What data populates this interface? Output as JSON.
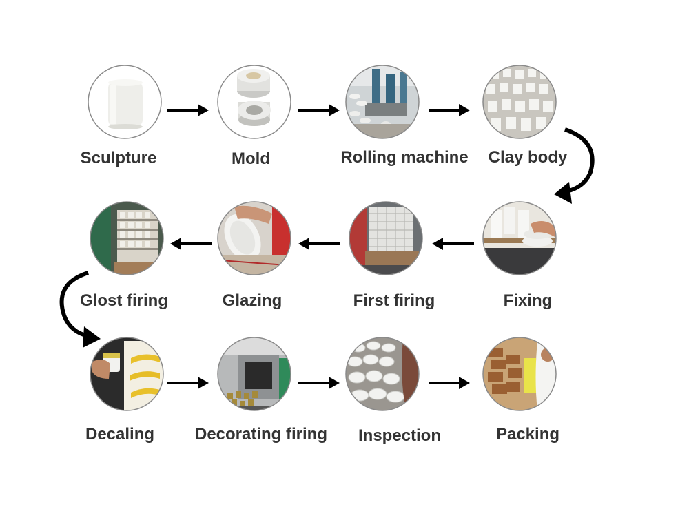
{
  "process": {
    "steps": [
      {
        "id": "sculpture",
        "label": "Sculpture",
        "photo": "white-cylinder-model"
      },
      {
        "id": "mold",
        "label": "Mold",
        "photo": "plaster-ring-molds"
      },
      {
        "id": "rolling-machine",
        "label": "Rolling machine",
        "photo": "blue-roller-machines"
      },
      {
        "id": "clay-body",
        "label": "Clay body",
        "photo": "rows-of-raw-mugs"
      },
      {
        "id": "fixing",
        "label": "Fixing",
        "photo": "hand-attaching-handles"
      },
      {
        "id": "first-firing",
        "label": "First firing",
        "photo": "kiln-cart-stacked"
      },
      {
        "id": "glazing",
        "label": "Glazing",
        "photo": "hand-dipping-plate"
      },
      {
        "id": "glost-firing",
        "label": "Glost firing",
        "photo": "kiln-shelves"
      },
      {
        "id": "decaling",
        "label": "Decaling",
        "photo": "applying-yellow-decal"
      },
      {
        "id": "decorating-firing",
        "label": "Decorating firing",
        "photo": "mugs-entering-tunnel-kiln"
      },
      {
        "id": "inspection",
        "label": "Inspection",
        "photo": "checking-white-bowls"
      },
      {
        "id": "packing",
        "label": "Packing",
        "photo": "boxing-in-cartons"
      }
    ]
  },
  "colors": {
    "arrow": "#000000",
    "label": "#333333",
    "ring": "#8a8a8a"
  }
}
